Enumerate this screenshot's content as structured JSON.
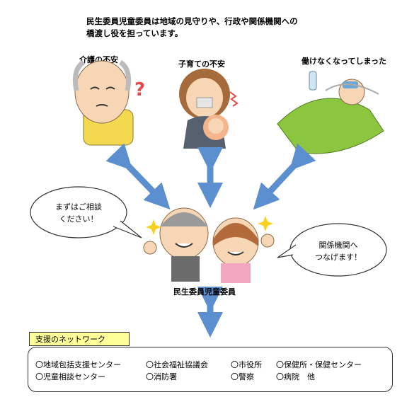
{
  "intro": {
    "line1": "民生委員児童委員は地域の見守りや、行政や関係機関への",
    "line2": "橋渡し役を担っています。"
  },
  "concerns": {
    "elderly": "介護の不安",
    "parenting": "子育ての不安",
    "unable_to_work": "働けなくなってしまった"
  },
  "bubbles": {
    "left_line1": "まずはご相談",
    "left_line2": "ください！",
    "right_line1": "関係機関へ",
    "right_line2": "つなげます！"
  },
  "center_label": "民生委員児童委員",
  "support": {
    "title": "支援のネットワーク",
    "row1": [
      "〇地域包括支援センター",
      "〇社会福祉協議会",
      "〇市役所",
      "〇保健所・保健センター"
    ],
    "row2": [
      "〇児童相談センター",
      "〇消防署",
      "〇警察",
      "〇病院　他"
    ]
  },
  "colors": {
    "arrow": "#5b8fd0",
    "arrow_stroke": "#3f6fae",
    "tag_bg": "#ffff99",
    "blanket": "#8cc63f"
  }
}
